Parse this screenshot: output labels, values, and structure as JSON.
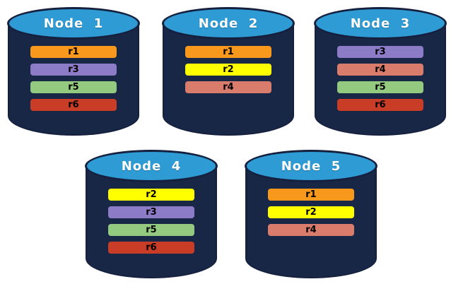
{
  "diagram": {
    "node_fill": "#192746",
    "node_top_fill": "#2E9BD5",
    "node_outline": "#15203E",
    "title_color": "#FFFFFF",
    "replica_colors": {
      "r1": "#F8991D",
      "r2": "#FFFF00",
      "r3": "#8C7CC8",
      "r4": "#DA7C6C",
      "r5": "#94CA80",
      "r6": "#C93D26"
    },
    "nodes": [
      {
        "title": "Node  1",
        "replicas": [
          "r1",
          "r3",
          "r5",
          "r6"
        ]
      },
      {
        "title": "Node  2",
        "replicas": [
          "r1",
          "r2",
          "r4"
        ]
      },
      {
        "title": "Node  3",
        "replicas": [
          "r3",
          "r4",
          "r5",
          "r6"
        ]
      },
      {
        "title": "Node  4",
        "replicas": [
          "r2",
          "r3",
          "r5",
          "r6"
        ]
      },
      {
        "title": "Node  5",
        "replicas": [
          "r1",
          "r2",
          "r4"
        ]
      }
    ]
  }
}
